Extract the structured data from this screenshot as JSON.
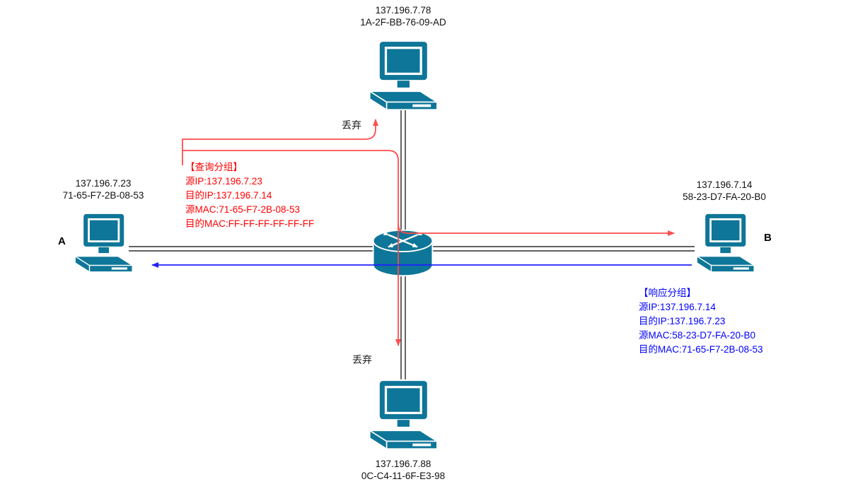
{
  "colors": {
    "device": "#0e7698",
    "link": "#000000",
    "background": "#ffffff",
    "query_line": "#ff4d4d",
    "query_text": "#ff0000",
    "response_line": "#2020ff",
    "response_text": "#0000ff"
  },
  "hosts": {
    "top": {
      "ip": "137.196.7.78",
      "mac": "1A-2F-BB-76-09-AD"
    },
    "left": {
      "ip": "137.196.7.23",
      "mac": "71-65-F7-2B-08-53",
      "tag": "A"
    },
    "right": {
      "ip": "137.196.7.14",
      "mac": "58-23-D7-FA-20-B0",
      "tag": "B"
    },
    "bottom": {
      "ip": "137.196.7.88",
      "mac": "0C-C4-11-6F-E3-98"
    }
  },
  "packets": {
    "query": {
      "title": "【查询分组】",
      "lines": [
        "源IP:137.196.7.23",
        "目的IP:137.196.7.14",
        "源MAC:71-65-F7-2B-08-53",
        "目的MAC:FF-FF-FF-FF-FF-FF"
      ]
    },
    "response": {
      "title": "【响应分组】",
      "lines": [
        "源IP:137.196.7.14",
        "目的IP:137.196.7.23",
        "源MAC:58-23-D7-FA-20-B0",
        "目的MAC:71-65-F7-2B-08-53"
      ]
    }
  },
  "labels": {
    "discard_top": "丢弃",
    "discard_bottom": "丢弃"
  }
}
